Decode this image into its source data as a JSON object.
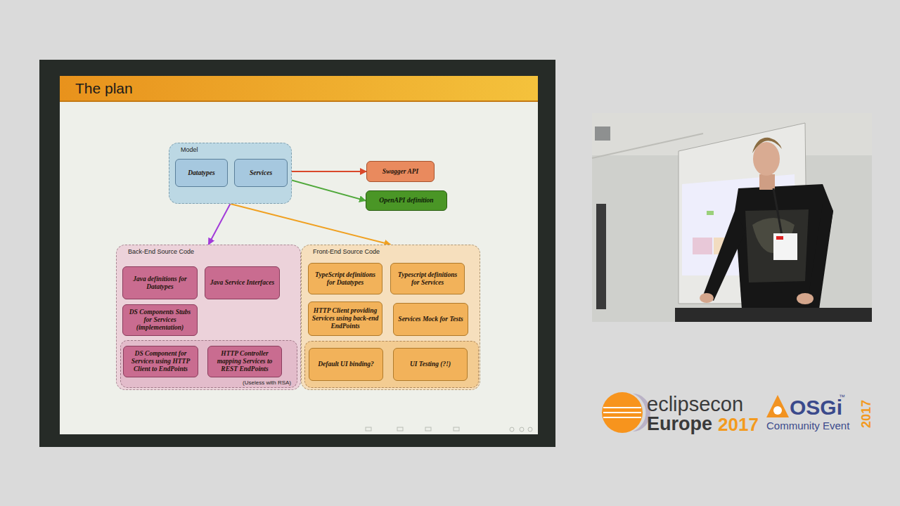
{
  "diagram": {
    "title": "The plan",
    "nodes": [
      {
        "text": [
          "Model"
        ]
      },
      {
        "text": [
          "Datatypes"
        ],
        "in": 0
      },
      {
        "text": [
          "Services"
        ],
        "in": 0
      },
      {
        "text": [
          "Swagger API"
        ]
      },
      {
        "text": [
          "OpenAPI definition"
        ]
      },
      {
        "text": [
          "Back-End Source Code"
        ]
      },
      {
        "text": [
          "Java definitions for Datatypes"
        ],
        "in": 5
      },
      {
        "text": [
          "Java Service Interfaces"
        ],
        "in": 5
      },
      {
        "text": [
          "DS Components Stubs for Services (implementation)"
        ],
        "in": 5
      },
      {
        "text": [
          "(Useless with RSA)"
        ],
        "in": 5
      },
      {
        "text": [
          "DS Component for Services using HTTP Client to EndPoints"
        ],
        "in": 9
      },
      {
        "text": [
          "HTTP Controller mapping Services to REST EndPoints"
        ],
        "in": 9
      },
      {
        "text": [
          "Front-End Source Code"
        ]
      },
      {
        "text": [
          "TypeScript definitions for Datatypes"
        ],
        "in": 12
      },
      {
        "text": [
          "Typescript definitions for Services"
        ],
        "in": 12
      },
      {
        "text": [
          "HTTP Client providing Services using back-end EndPoints"
        ],
        "in": 12
      },
      {
        "text": [
          "Services Mock for Tests"
        ],
        "in": 12
      },
      {
        "text": [],
        "in": 12
      },
      {
        "text": [
          "Default UI binding?"
        ],
        "in": 17
      },
      {
        "text": [
          "UI Testing (?!)"
        ],
        "in": 17
      }
    ],
    "edges": [
      {
        "from": 2,
        "to": 3,
        "arrow": "to"
      },
      {
        "from": 2,
        "to": 4,
        "arrow": "to"
      },
      {
        "from": 0,
        "to": 5,
        "arrow": "to"
      },
      {
        "from": 0,
        "to": 12,
        "arrow": "to"
      }
    ],
    "labels": [
      "eclipsecon",
      "Europe",
      "2017",
      "OSGi",
      "™",
      "Community Event",
      "2017"
    ]
  }
}
